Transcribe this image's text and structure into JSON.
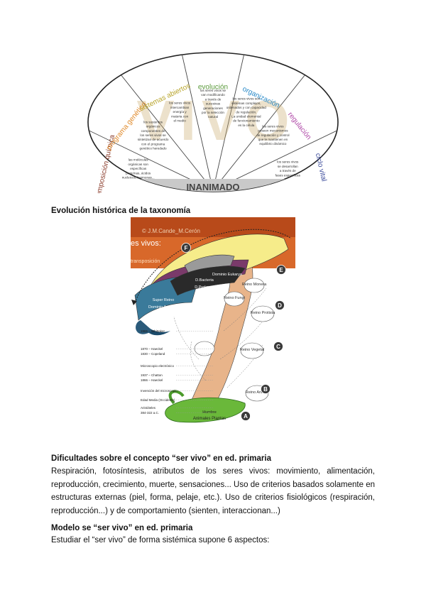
{
  "figure1": {
    "center_word": "VIVO",
    "bottom_label": "INANIMADO",
    "segments": [
      {
        "title": "composición química",
        "text": [
          "las moléculas",
          "orgánicas son",
          "específicas",
          "proteínas, ácidos",
          "nucleicos, hormonas..."
        ],
        "color": "#8a3b2a"
      },
      {
        "title": "programa genético",
        "text": [
          "los sustentos",
          "orgánicos",
          "componentes de",
          "los seres vivos se",
          "sintetizan de acuerdo",
          "con el programa",
          "genético heredado"
        ],
        "color": "#e08a2a"
      },
      {
        "title": "sistemas abiertos",
        "text": [
          "los seres vivos",
          "intercambian",
          "energía y",
          "materia con",
          "el medio"
        ],
        "color": "#b8a42a"
      },
      {
        "title": "evolución",
        "text": [
          "los seres vivos se",
          "van modificando",
          "a través de",
          "sucesivas",
          "generaciones",
          "por la selección",
          "natural"
        ],
        "color": "#5a9a3a"
      },
      {
        "title": "organización",
        "text": [
          "los seres vivos son",
          "sistemas complejos,",
          "ordenados y con capacidad",
          "de regulación.",
          "La unidad elemental",
          "de funcionamiento",
          "es la célula"
        ],
        "color": "#2a8ac8"
      },
      {
        "title": "regulación",
        "text": [
          "los seres vivos",
          "poseen mecanismos",
          "de regulación y control",
          "que le mantienen en",
          "equilibrio dinámico"
        ],
        "color": "#b04aa8"
      },
      {
        "title": "ciclo vital",
        "text": [
          "los seres vivos",
          "se desarrollan",
          "a través de",
          "fases específicas"
        ],
        "color": "#3a4a9a"
      }
    ]
  },
  "section1": {
    "heading": "Evolución histórica de la taxonomía"
  },
  "figure2": {
    "credit": "© J.M.Cande_M.Cerón",
    "banner_line1": "es vivos:",
    "banner_line2": "transposición",
    "markers": [
      "F",
      "E",
      "D",
      "C",
      "B",
      "A"
    ],
    "stages": [
      {
        "label": "Humbre",
        "sub": "Animales  Plantas"
      },
      {
        "label": "Reino Animal"
      },
      {
        "label": "Reino Vegetal"
      },
      {
        "label": "Reino Protista"
      },
      {
        "label": "Reino Monera"
      },
      {
        "label": "Reino Fungi"
      },
      {
        "label": "Dominio Eukarya"
      },
      {
        "label": "D.Bacteria"
      },
      {
        "label": "D.Prokarya"
      },
      {
        "label": "Dominio Archaea"
      },
      {
        "label": "Super Reino"
      }
    ],
    "timeline": [
      "1965 – Whittaker",
      "1870 – Haeckel",
      "1830 – Copeland",
      "Microscopio electrónico",
      "1937 – Chatton",
      "1866 – Haeckel",
      "Invención del microscopio",
      "Edad Media (Occidente)",
      "Aristóteles",
      "384-322 a.C."
    ]
  },
  "section2": {
    "heading": "Dificultades sobre el concepto “ser vivo” en ed. primaria",
    "body": "Respiración, fotosíntesis, atributos de los seres vivos: movimiento, alimentación, reproducción, crecimiento, muerte, sensaciones... Uso de criterios basados solamente en estructuras externas (piel, forma, pelaje, etc.). Uso de criterios fisiológicos (respiración, reproducción...) y de comportamiento (sienten, interaccionan...)"
  },
  "section3": {
    "heading": "Modelo se “ser vivo” en ed. primaria",
    "body": "Estudiar el “ser vivo” de forma sistémica supone 6 aspectos:"
  }
}
